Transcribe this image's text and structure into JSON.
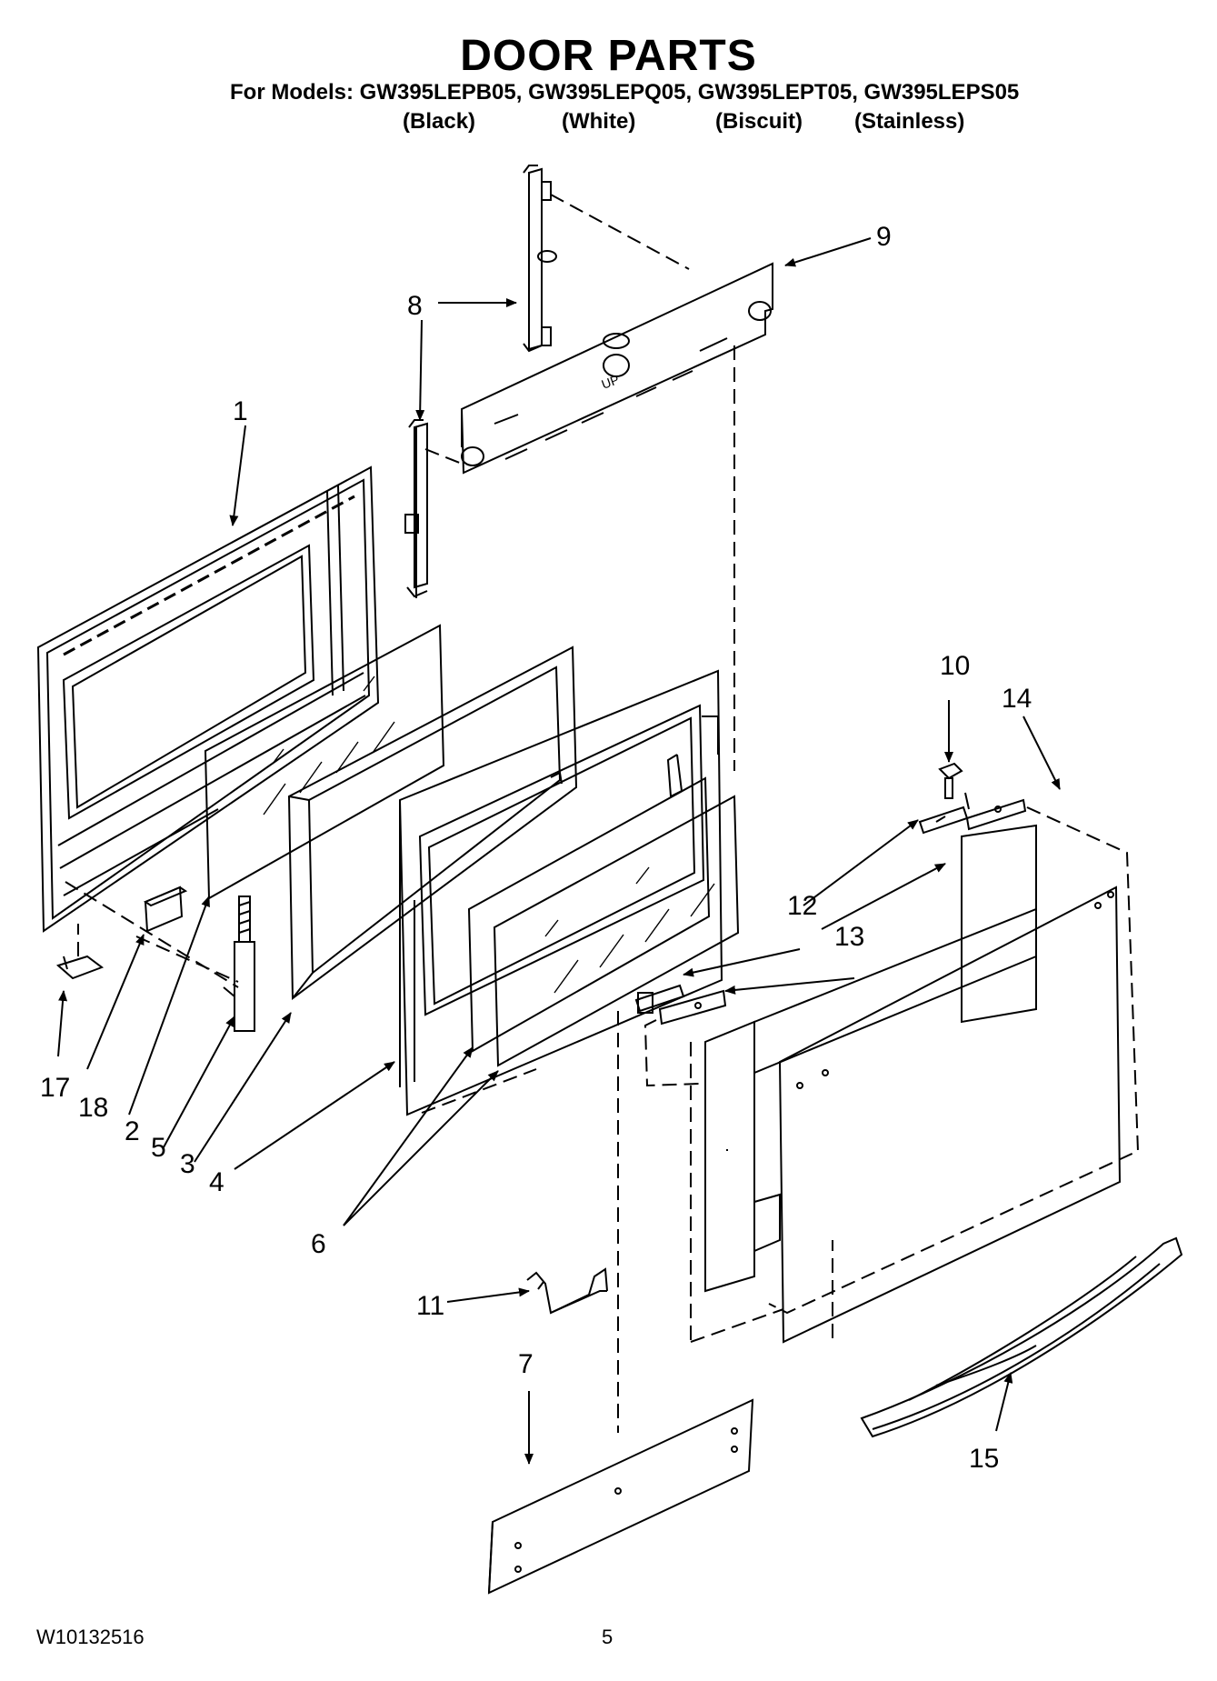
{
  "header": {
    "title": "DOOR PARTS",
    "models_line": "For Models: GW395LEPB05, GW395LEPQ05, GW395LEPT05, GW395LEPS05",
    "colors": [
      "(Black)",
      "(White)",
      "(Biscuit)",
      "(Stainless)"
    ]
  },
  "callouts": {
    "p1": "1",
    "p2": "2",
    "p3": "3",
    "p4": "4",
    "p5": "5",
    "p6": "6",
    "p7": "7",
    "p8": "8",
    "p9": "9",
    "p10": "10",
    "p11": "11",
    "p12": "12",
    "p13": "13",
    "p14": "14",
    "p15": "15",
    "p17": "17",
    "p18": "18"
  },
  "footer": {
    "doc_number": "W10132516",
    "page_number": "5"
  }
}
